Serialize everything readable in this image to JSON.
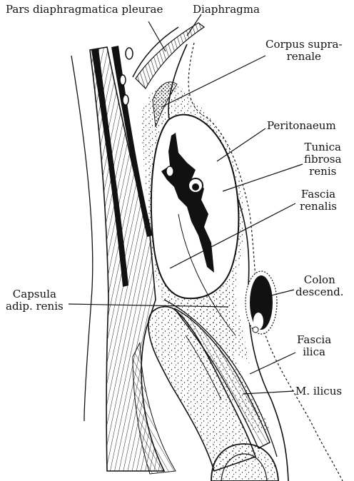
{
  "figure": {
    "labels": {
      "pars_diaphragmatica": "Pars diaphragmatica pleurae",
      "diaphragma": "Diaphragma",
      "corpus_suprarenale": [
        "Corpus supra-",
        "renale"
      ],
      "peritonaeum": "Peritonaeum",
      "tunica_fibrosa": [
        "Tunica",
        "fibrosa",
        "renis"
      ],
      "fascia_renalis": [
        "Fascia",
        "renalis"
      ],
      "colon_descend": [
        "Colon",
        "descend."
      ],
      "capsula_adip": [
        "Capsula",
        "adip. renis"
      ],
      "fascia_ilica": [
        "Fascia",
        "ilica"
      ],
      "m_ilicus": "M. ilicus"
    },
    "colors": {
      "ink": "#111111",
      "paper": "#ffffff"
    }
  }
}
